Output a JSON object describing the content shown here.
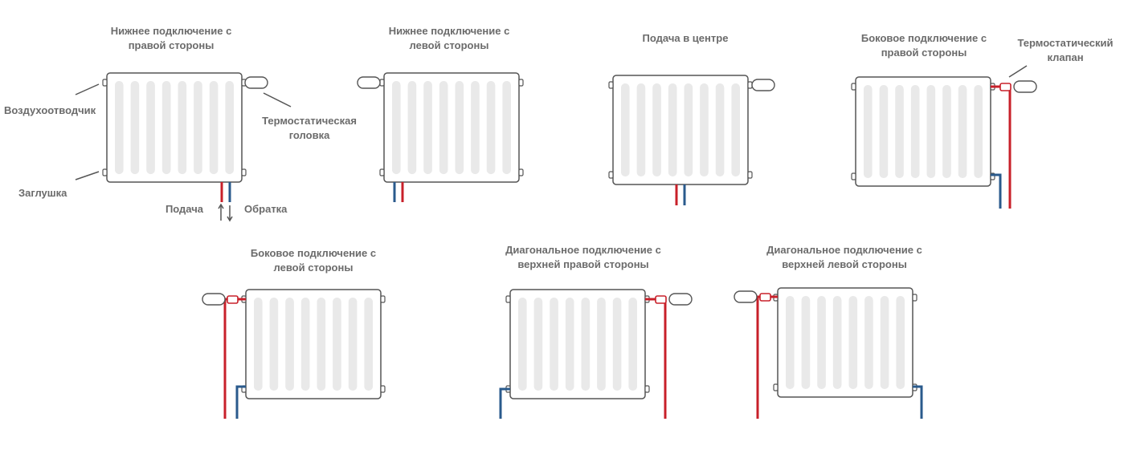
{
  "colors": {
    "supply": "#c8202a",
    "return": "#2a5a8c",
    "outline": "#555555",
    "fin": "#e9e9e9",
    "text": "#6b6b6b"
  },
  "diagrams": [
    {
      "title_line1": "Нижнее подключение с",
      "title_line2": "правой стороны",
      "callouts": {
        "air_vent": "Воздухоотводчик",
        "plug": "Заглушка",
        "thermo_head": "Термостатическая",
        "thermo_head_line2": "головка",
        "supply": "Подача",
        "return": "Обратка"
      }
    },
    {
      "title_line1": "Нижнее подключение с",
      "title_line2": "левой стороны"
    },
    {
      "title_line1": "Подача в центре",
      "title_line2": ""
    },
    {
      "title_line1": "Боковое подключение с",
      "title_line2": "правой стороны",
      "callouts": {
        "valve": "Термостатический",
        "valve_line2": "клапан"
      }
    },
    {
      "title_line1": "Боковое подключение с",
      "title_line2": "левой стороны"
    },
    {
      "title_line1": "Диагональное подключение с",
      "title_line2": "верхней правой стороны"
    },
    {
      "title_line1": "Диагональное подключение с",
      "title_line2": "верхней левой стороны"
    }
  ]
}
